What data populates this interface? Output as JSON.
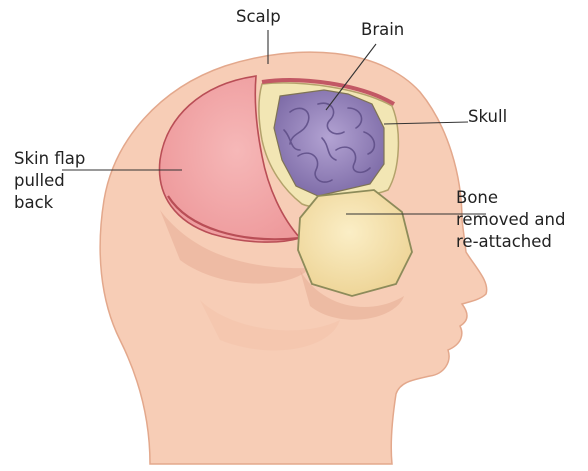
{
  "labels": {
    "scalp": "Scalp",
    "brain": "Brain",
    "skull": "Skull",
    "skin_flap": [
      "Skin flap",
      "pulled",
      "back"
    ],
    "bone": [
      "Bone",
      "removed and",
      "re-attached"
    ]
  },
  "colors": {
    "skin": "#f7cdb6",
    "skin_outline": "#e3a88c",
    "skin_flap": "#f0a4a6",
    "skin_flap_edge": "#b94e56",
    "skull": "#f2e6b4",
    "skull_outline": "#b3a26b",
    "brain": "#9482b8",
    "brain_dark": "#5d4d86",
    "bone": "#f4e1a8",
    "bone_outline": "#8d8b5a",
    "leader_line": "#333333"
  }
}
